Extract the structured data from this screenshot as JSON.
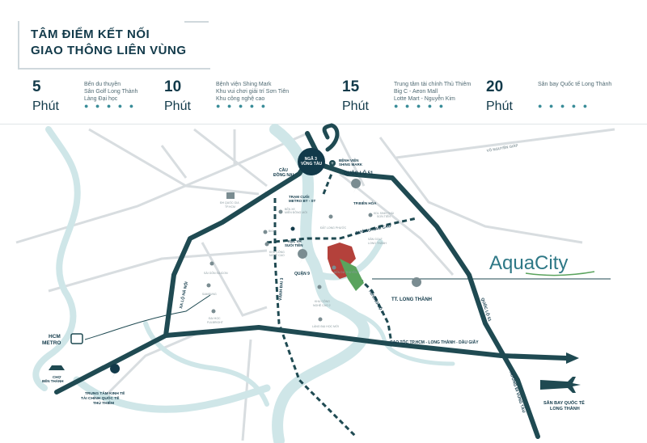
{
  "header": {
    "title_line1": "TÂM ĐIỂM KẾT NỐI",
    "title_line2": "GIAO THÔNG LIÊN VÙNG"
  },
  "minutes": [
    {
      "num": "5",
      "unit": "Phút",
      "places": [
        "Bến du thuyền",
        "Sân Golf Long Thành",
        "Làng Đại học"
      ],
      "dots": "● ● ● ● ●"
    },
    {
      "num": "10",
      "unit": "Phút",
      "places": [
        "Bệnh viện Shing Mark",
        "Khu vui chơi giải trí Sơn Tiên",
        "Khu công nghệ cao"
      ],
      "dots": "● ● ● ● ●"
    },
    {
      "num": "15",
      "unit": "Phút",
      "places": [
        "Trung tâm tài chính Thủ Thiêm",
        "Big C - Aeon Mall",
        "Lotte Mart - Nguyễn Kim"
      ],
      "dots": "● ● ● ● ●"
    },
    {
      "num": "20",
      "unit": "Phút",
      "places": [
        "Sân bay Quốc tế Long Thành"
      ],
      "dots": "● ● ● ● ●"
    }
  ],
  "map": {
    "roads": {
      "nga3": "NGÃ 3\nVŨNG TÀU",
      "ql51_top": "QUỐC LỘ 51",
      "ql51_side": "QUỐC LỘ 51",
      "cau_dong_nai": "CẦU\nĐỒNG NAI",
      "xa_lo_ha_noi": "XA LỘ HÀ NỘI",
      "vanh_dai_3": "VÀNH ĐAI 3",
      "huong_lo_2": "HƯƠNG LỘ 2",
      "duong_nam_cao": "ĐƯỜNG NAM CAO",
      "duong_vo_nguyen_giap": "ĐƯỜNG VÕ NGUYÊN GIÁP",
      "vo_nguyen_giap": "VÕ NGUYÊN GIÁP",
      "cao_toc": "CAO TỐC TP.HCM - LONG THÀNH - DẦU GIÂY",
      "huong_di_vung_tau": "HƯỚNG ĐI VŨNG TÀU"
    },
    "places": {
      "benh_vien": "BỆNH VIỆN\nSHING MARK",
      "tram_cuoi": "TRẠM CUỐI\nMETRO BT - ST",
      "tp_bien_hoa": "TP.BIÊN HÒA",
      "dh_quoc_gia": "ĐH QUỐC GIA\nTP.HCM",
      "ben_xe": "BẾN XE\nMIỀN ĐÔNG MỚI",
      "khu_du_lich": "KDL SINH THÁI\nSƠN TIÊN",
      "big_c": "BIG C",
      "dat_long_phuoc": "ĐẤT LONG PHƯỚC",
      "san_golf": "SÂN GOLF\nLONG THÀNH",
      "kdl_suoi_tien": "KDL VH\nSUỐI TIÊN",
      "khu_cong_nghe_cao": "KHU CÔNG\nNGHỆ CAO",
      "quan9": "QUẬN 9",
      "ben_du_thuyen": "BẾN DU THUYỀN",
      "sai_gon_silicon": "SÀI GÒN SILICON",
      "samsung": "SAMSUNG",
      "dai_hoc_fulbright": "ĐẠI HỌC\nFULBRIGHT",
      "khu_cong_nghe_cao2": "KHU CÔNG\nNGHỆ CAO 2",
      "lang_dai_hoc": "LÀNG ĐẠI HỌC MỚI",
      "tt_long_thanh": "TT. LONG THÀNH",
      "hcm_metro": "HCM\nMETRO",
      "cho_ben_thanh": "CHỢ\nBẾN THÀNH",
      "thu_thiem": "TRUNG TÂM KINH TẾ\nTÀI CHÍNH QUỐC TẾ\nTHỦ THIÊM",
      "san_bay": "SÂN BAY QUỐC TẾ\nLONG THÀNH"
    },
    "brand": "AquaCity"
  },
  "colors": {
    "road": "#1f4a52",
    "river": "#cde4e6",
    "thin_road": "#d6dbdd",
    "accent": "#3a8d99",
    "project": "#b4413b",
    "project_green": "#5aa35d"
  }
}
